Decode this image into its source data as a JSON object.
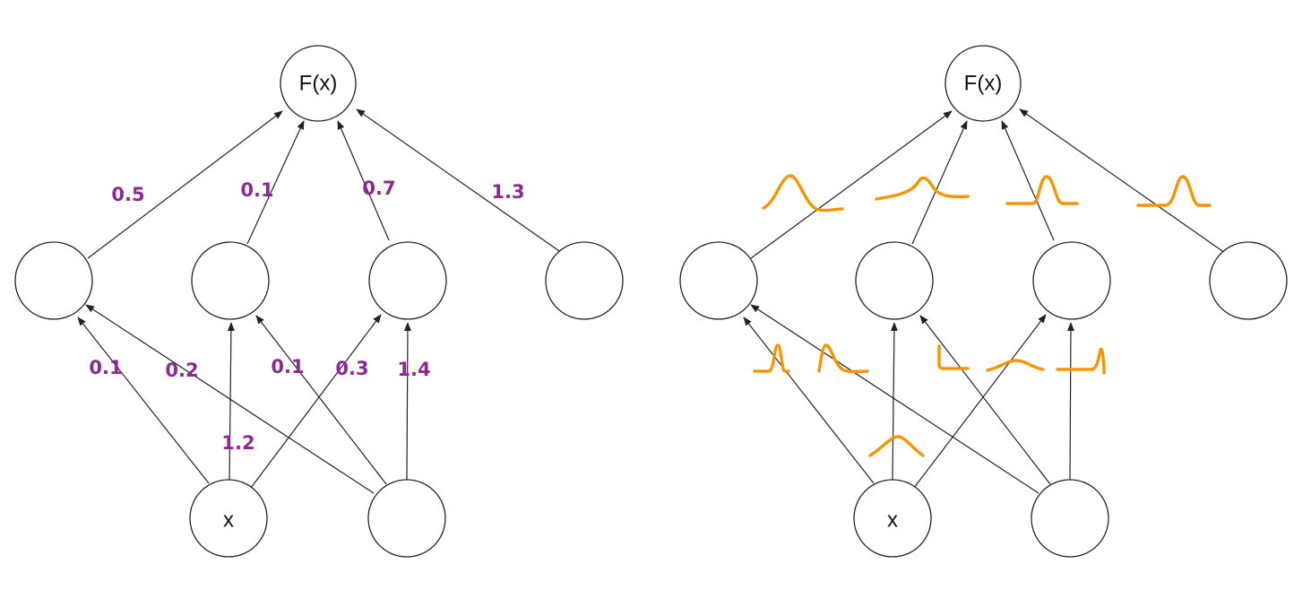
{
  "colors": {
    "weight_text": "#8b2a8f",
    "distribution_curve": "#f59500",
    "node_stroke": "#222222",
    "edge": "#222222"
  },
  "left_network": {
    "output_node_label": "F(x)",
    "input_node_label": "x",
    "output_weights": [
      "0.5",
      "0.1",
      "0.7",
      "1.3"
    ],
    "hidden_weights": [
      "0.1",
      "0.2",
      "0.1",
      "0.3",
      "1.4",
      "1.2"
    ]
  },
  "right_network": {
    "output_node_label": "F(x)",
    "input_node_label": "x",
    "weight_representation": "distribution-curve-icon"
  }
}
